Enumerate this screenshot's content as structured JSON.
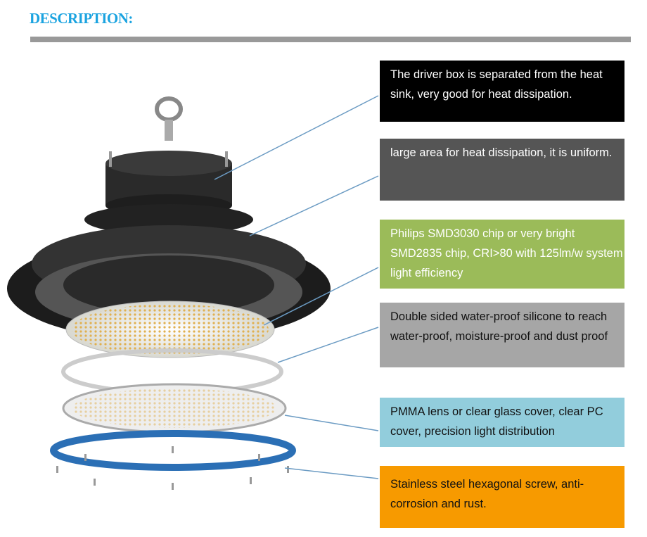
{
  "title": "DESCRIPTION:",
  "features": [
    {
      "text": "The driver box is separated from the heat sink, very good for heat dissipation.",
      "bg": "#000000",
      "color": "#ffffff"
    },
    {
      "text": "large area for heat dissipation, it is uniform.",
      "bg": "#555555",
      "color": "#ffffff"
    },
    {
      "text": "Philips SMD3030 chip or very bright SMD2835 chip, CRI>80 with 125lm/w system light efficiency",
      "bg": "#9bbb59",
      "color": "#ffffff"
    },
    {
      "text": "Double sided water-proof silicone to reach water-proof, moisture-proof and dust proof",
      "bg": "#a6a6a6",
      "color": "#111111"
    },
    {
      "text": "PMMA lens or clear glass cover, clear PC cover, precision light distribution",
      "bg": "#92cddc",
      "color": "#111111"
    },
    {
      "text": "Stainless steel hexagonal screw, anti-corrosion and rust.",
      "bg": "#f79a00",
      "color": "#111111"
    }
  ]
}
